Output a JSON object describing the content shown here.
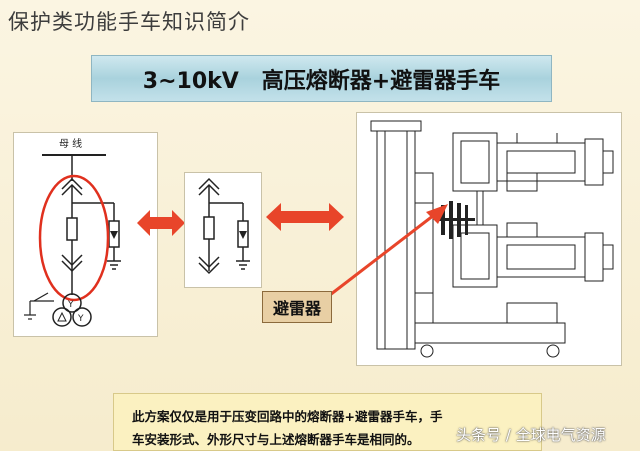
{
  "slide": {
    "title": "保护类功能手车知识简介",
    "banner": "3~10kV   高压熔断器+避雷器手车"
  },
  "diagram": {
    "busbar_label": "母 线",
    "arrester_label": "避雷器"
  },
  "note": {
    "line1": "此方案仅仅是用于压变回路中的熔断器+避雷器手车，手",
    "line2": "车安装形式、外形尺寸与上述熔断器手车是相同的。"
  },
  "watermark": "头条号 / 全球电气资源",
  "colors": {
    "arrow": "#e8452a",
    "circle": "#e0301e",
    "banner": "#b7dce6",
    "note_bg": "#fbf1c1"
  }
}
